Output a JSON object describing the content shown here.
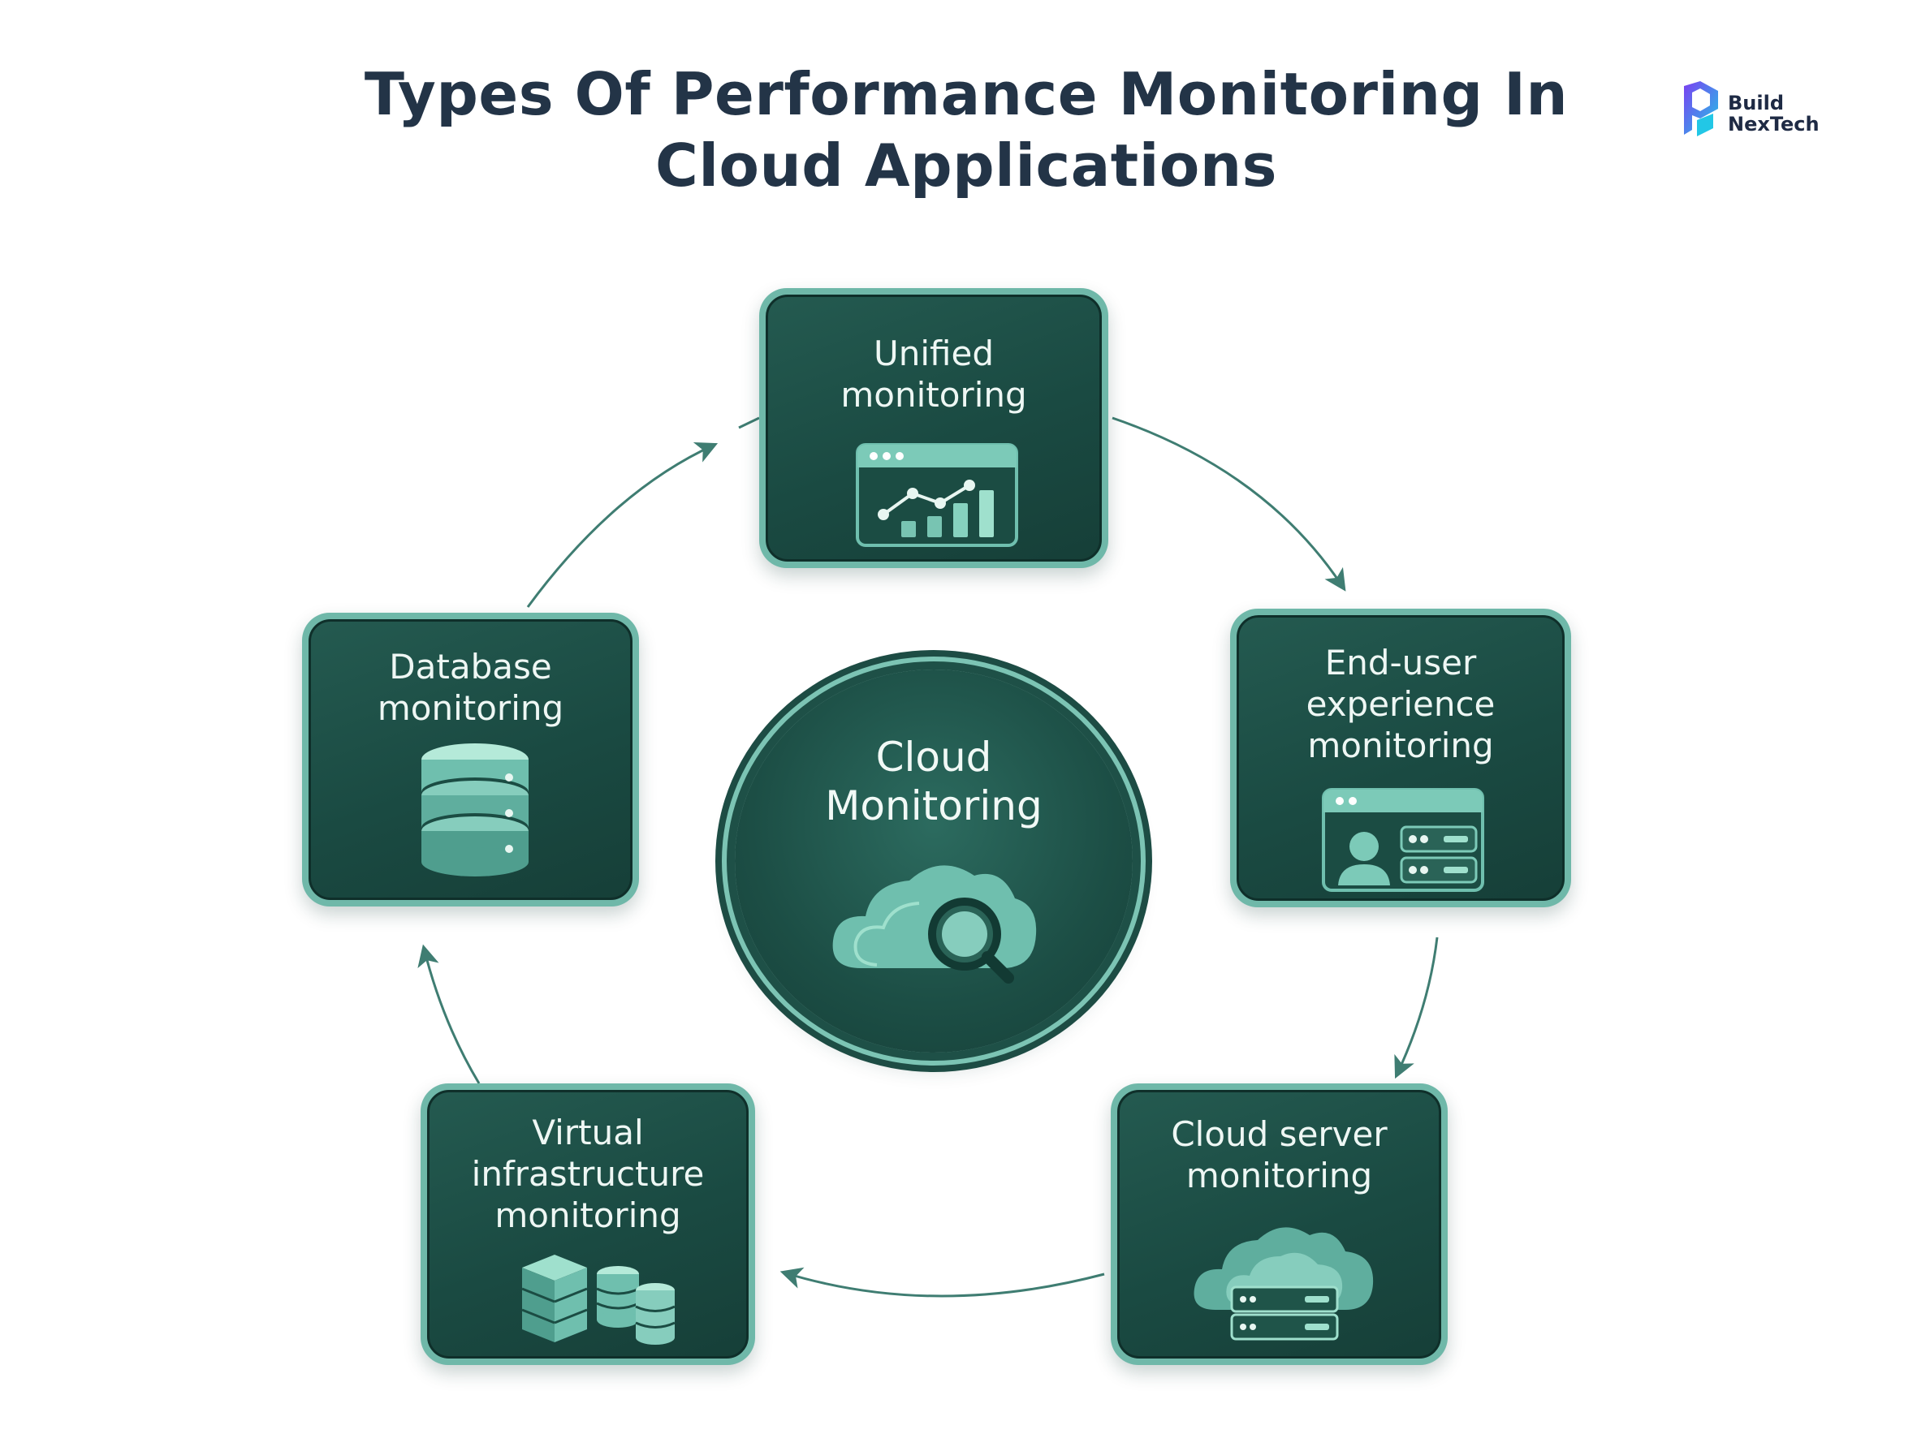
{
  "title": {
    "line1": "Types Of Performance Monitoring In",
    "line2": "Cloud Applications"
  },
  "logo": {
    "line1": "Build",
    "line2": "NexTech",
    "colors": [
      "#7b3ff2",
      "#22c7e6"
    ]
  },
  "center": {
    "line1": "Cloud",
    "line2": "Monitoring",
    "icon": "cloud-search-icon"
  },
  "cards": [
    {
      "id": "unified",
      "lines": [
        "Unified",
        "monitoring"
      ],
      "icon": "dashboard-chart-icon"
    },
    {
      "id": "end-user",
      "lines": [
        "End-user",
        "experience",
        "monitoring"
      ],
      "icon": "user-window-icon"
    },
    {
      "id": "cloud-server",
      "lines": [
        "Cloud server",
        "monitoring"
      ],
      "icon": "cloud-server-icon"
    },
    {
      "id": "virtual",
      "lines": [
        "Virtual",
        "infrastructure",
        "monitoring"
      ],
      "icon": "server-stack-icon"
    },
    {
      "id": "database",
      "lines": [
        "Database",
        "monitoring"
      ],
      "icon": "database-icon"
    }
  ],
  "colors": {
    "card_dark": "#1a4a42",
    "card_border": "#6fb8a9",
    "accent": "#7cc4b4",
    "arrow": "#3f7d72",
    "title": "#233447"
  }
}
